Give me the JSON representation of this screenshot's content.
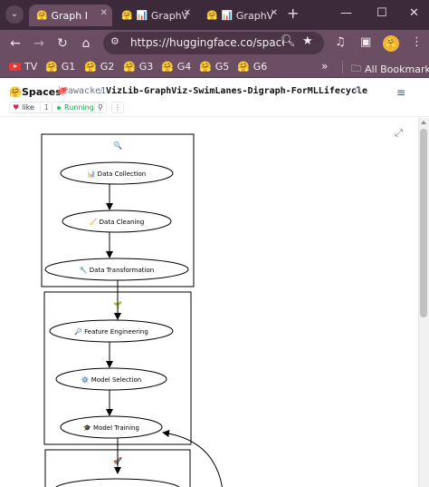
{
  "browser": {
    "tabs": [
      {
        "label": "Graph I",
        "icon": "hf-favicon",
        "active": true
      },
      {
        "label": "GraphV",
        "icon": "chart-favicon",
        "active": false
      },
      {
        "label": "GraphV",
        "icon": "hf-favicon",
        "active": false
      }
    ],
    "url": "https://huggingface.co/spaces/aw...",
    "bookmarks": [
      "TV",
      "G1",
      "G2",
      "G3",
      "G4",
      "G5",
      "G6"
    ],
    "all_bookmarks": "All Bookmarks"
  },
  "space": {
    "section": "Spaces",
    "author": "awacke1",
    "separator": "/",
    "name": "VizLib-GraphViz-SwimLanes-Digraph-ForMLLifecycle",
    "like_label": "like",
    "like_count": "1",
    "status": "Running"
  },
  "graph": {
    "clusters": [
      {
        "icon": "🔍",
        "nodes": [
          "📊 Data Collection",
          "🧹 Data Cleaning",
          "🔧 Data Transformation"
        ]
      },
      {
        "icon": "🌱",
        "nodes": [
          "🔎 Feature Engineering",
          "⚙️ Model Selection",
          "🎓 Model Training"
        ]
      },
      {
        "icon": "🚀",
        "nodes": []
      }
    ]
  },
  "colors": {
    "tabstrip": "#3c2a3a",
    "toolbar": "#6b4e63",
    "running": "#16a34a",
    "graph_stroke": "#000000"
  }
}
